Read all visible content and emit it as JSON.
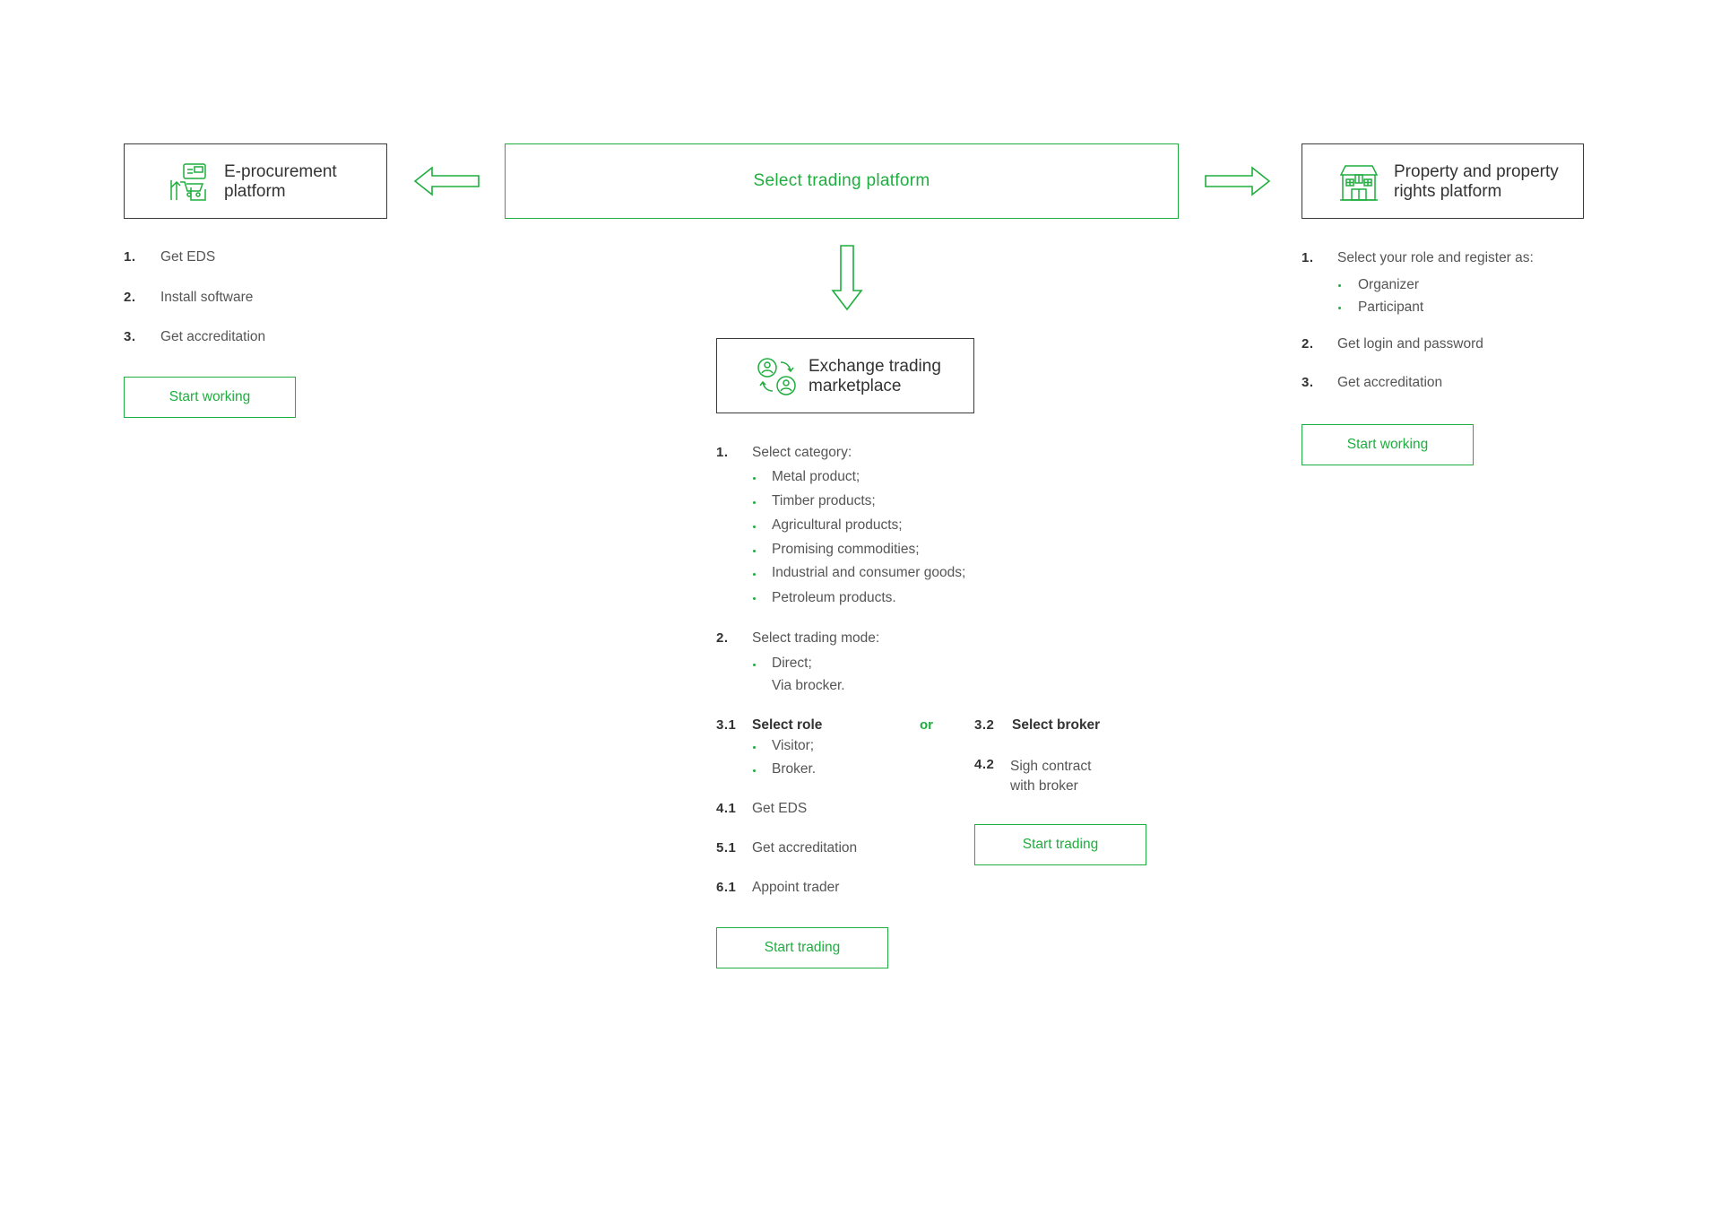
{
  "center": {
    "title": "Select trading platform"
  },
  "left": {
    "title_line1": "E-procurement",
    "title_line2": "platform",
    "icon": "e-procurement-icon",
    "steps": [
      {
        "num": "1.",
        "text": "Get EDS"
      },
      {
        "num": "2.",
        "text": "Install software"
      },
      {
        "num": "3.",
        "text": "Get accreditation"
      }
    ],
    "button": "Start working"
  },
  "right": {
    "title_line1": "Property and property",
    "title_line2": "rights platform",
    "icon": "property-building-icon",
    "steps": [
      {
        "num": "1.",
        "text": "Select your role and register as:"
      },
      {
        "num": "2.",
        "text": "Get login and password"
      },
      {
        "num": "3.",
        "text": "Get accreditation"
      }
    ],
    "roles": [
      "Organizer",
      "Participant"
    ],
    "button": "Start working"
  },
  "exchange": {
    "title_line1": "Exchange trading",
    "title_line2": "marketplace",
    "icon": "exchange-traders-icon",
    "step1": {
      "num": "1.",
      "text": "Select category:"
    },
    "categories": [
      "Metal product;",
      "Timber products;",
      "Agricultural products;",
      "Promising commodities;",
      "Industrial and consumer goods;",
      "Petroleum products."
    ],
    "step2": {
      "num": "2.",
      "text": "Select trading mode:"
    },
    "modes": [
      "Direct;",
      "Via brocker."
    ],
    "step31": {
      "num": "3.1",
      "text": "Select role"
    },
    "or": "or",
    "step32": {
      "num": "3.2",
      "text": "Select broker"
    },
    "roles": [
      "Visitor;",
      "Broker."
    ],
    "step42": {
      "num": "4.2",
      "line1": "Sigh contract",
      "line2": "with broker"
    },
    "step41": {
      "num": "4.1",
      "text": "Get EDS"
    },
    "step51": {
      "num": "5.1",
      "text": "Get accreditation"
    },
    "step61": {
      "num": "6.1",
      "text": "Appoint trader"
    },
    "button_broker": "Start trading",
    "button_main": "Start trading"
  },
  "colors": {
    "accent": "#1fae3f",
    "border": "#3a3a3a",
    "text": "#555555"
  }
}
